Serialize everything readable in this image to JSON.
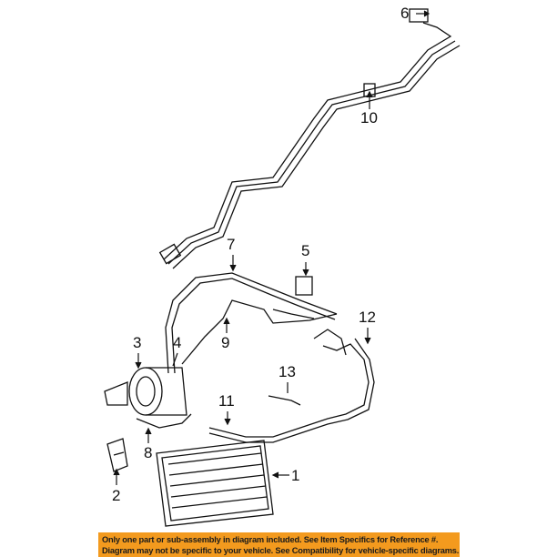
{
  "callouts": [
    {
      "id": "6",
      "label": "6"
    },
    {
      "id": "10",
      "label": "10"
    },
    {
      "id": "7",
      "label": "7"
    },
    {
      "id": "5",
      "label": "5"
    },
    {
      "id": "12",
      "label": "12"
    },
    {
      "id": "3",
      "label": "3"
    },
    {
      "id": "4",
      "label": "4"
    },
    {
      "id": "9",
      "label": "9"
    },
    {
      "id": "13",
      "label": "13"
    },
    {
      "id": "11",
      "label": "11"
    },
    {
      "id": "8",
      "label": "8"
    },
    {
      "id": "2",
      "label": "2"
    },
    {
      "id": "1",
      "label": "1"
    }
  ],
  "banner": {
    "line1": "Only one part or sub-assembly in diagram included. See Item Specifics for Reference #.",
    "line2": "Diagram may not be specific to your vehicle. See Compatibility for vehicle-specific diagrams."
  },
  "colors": {
    "banner": "#f39a1e",
    "ink": "#111111"
  }
}
